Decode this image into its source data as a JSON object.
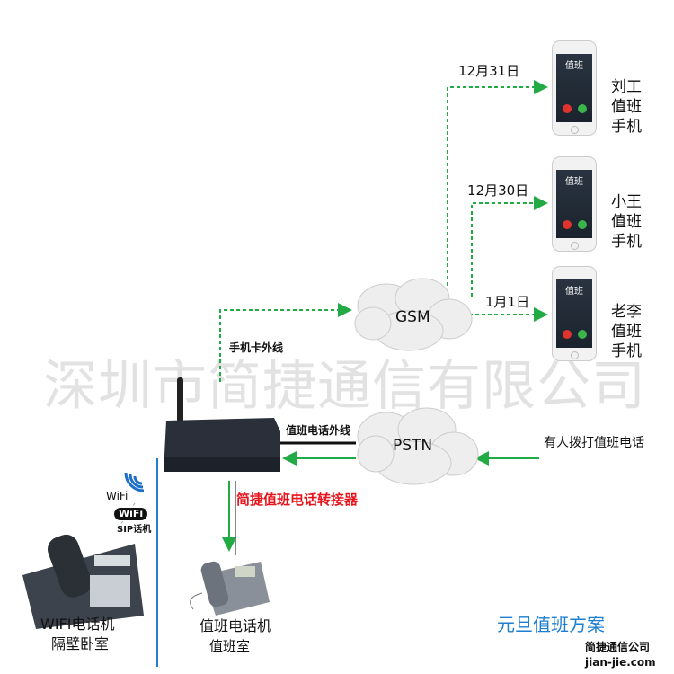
{
  "watermark": "深圳市简捷通信有限公司",
  "clouds": {
    "gsm": "GSM",
    "pstn": "PSTN"
  },
  "dates": [
    "12月31日",
    "12月30日",
    "1月1日"
  ],
  "phones": [
    {
      "screen": "值班",
      "name": [
        "刘工",
        "值班",
        "手机"
      ]
    },
    {
      "screen": "值班",
      "name": [
        "小王",
        "值班",
        "手机"
      ]
    },
    {
      "screen": "值班",
      "name": [
        "老李",
        "值班",
        "手机"
      ]
    }
  ],
  "labels": {
    "sim_line": "手机卡外线",
    "duty_line": "值班电话外线",
    "caller": "有人拨打值班电话",
    "device": "简捷值班电话转接器",
    "wifi": "WiFi",
    "wifi_badge": "WiFi",
    "sip": "SIP话机",
    "wifi_phone": "WIFI电话机",
    "wifi_phone_room": "隔壁卧室",
    "desk_phone": "值班电话机",
    "desk_phone_room": "值班室",
    "title": "元旦值班方案",
    "company": "简捷通信公司",
    "site": "jian-jie.com"
  },
  "colors": {
    "green": "#22aa44",
    "red": "#e8141c",
    "blue": "#1e7fd0"
  }
}
